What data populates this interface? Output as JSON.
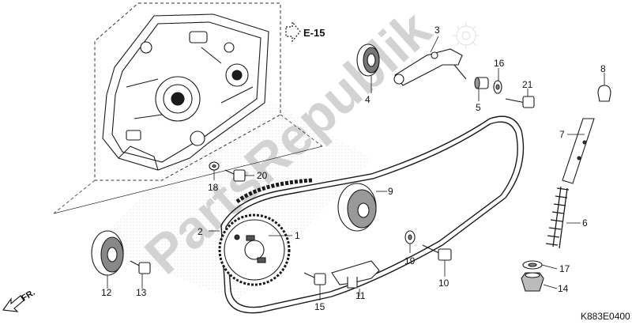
{
  "watermark": {
    "text": "PartsRepublik",
    "color": "#c9c9c9"
  },
  "ref_arrow": {
    "label": "E-15"
  },
  "front_arrow": {
    "label": "FR."
  },
  "diagram_code": "K883E0400",
  "callouts": [
    "1",
    "2",
    "3",
    "4",
    "5",
    "6",
    "7",
    "8",
    "9",
    "10",
    "11",
    "12",
    "13",
    "14",
    "15",
    "16",
    "17",
    "18",
    "19",
    "20",
    "21"
  ]
}
